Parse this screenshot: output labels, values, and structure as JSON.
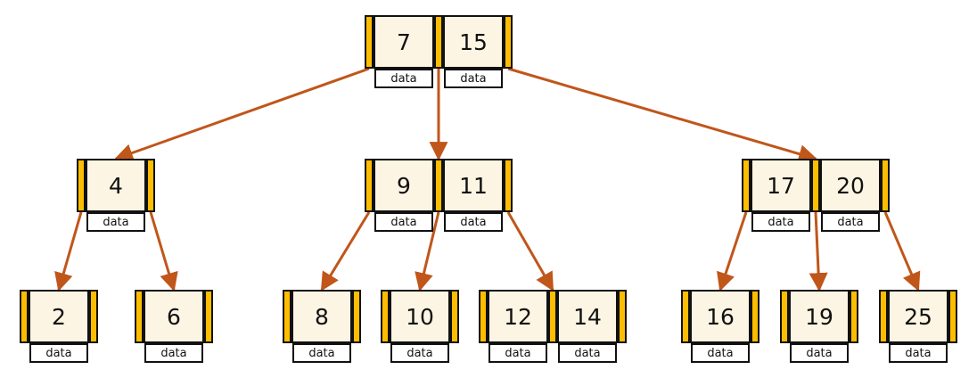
{
  "colors": {
    "pointer": "#fdbd00",
    "key_fill": "#fdf5e3",
    "border": "#111111",
    "edge": "#c0561a"
  },
  "nodes": [
    {
      "id": "root",
      "keys": [
        "7",
        "15"
      ],
      "data_label": "data"
    },
    {
      "id": "n4",
      "keys": [
        "4"
      ],
      "data_label": "data"
    },
    {
      "id": "n9_11",
      "keys": [
        "9",
        "11"
      ],
      "data_label": "data"
    },
    {
      "id": "n17_20",
      "keys": [
        "17",
        "20"
      ],
      "data_label": "data"
    },
    {
      "id": "n2",
      "keys": [
        "2"
      ],
      "data_label": "data"
    },
    {
      "id": "n6",
      "keys": [
        "6"
      ],
      "data_label": "data"
    },
    {
      "id": "n8",
      "keys": [
        "8"
      ],
      "data_label": "data"
    },
    {
      "id": "n10",
      "keys": [
        "10"
      ],
      "data_label": "data"
    },
    {
      "id": "n12_14",
      "keys": [
        "12",
        "14"
      ],
      "data_label": "data"
    },
    {
      "id": "n16",
      "keys": [
        "16"
      ],
      "data_label": "data"
    },
    {
      "id": "n19",
      "keys": [
        "19"
      ],
      "data_label": "data"
    },
    {
      "id": "n25",
      "keys": [
        "25"
      ],
      "data_label": "data"
    }
  ],
  "edges": [
    {
      "from": "root",
      "ptr": 0,
      "to": "n4"
    },
    {
      "from": "root",
      "ptr": 1,
      "to": "n9_11"
    },
    {
      "from": "root",
      "ptr": 2,
      "to": "n17_20"
    },
    {
      "from": "n4",
      "ptr": 0,
      "to": "n2"
    },
    {
      "from": "n4",
      "ptr": 1,
      "to": "n6"
    },
    {
      "from": "n9_11",
      "ptr": 0,
      "to": "n8"
    },
    {
      "from": "n9_11",
      "ptr": 1,
      "to": "n10"
    },
    {
      "from": "n9_11",
      "ptr": 2,
      "to": "n12_14"
    },
    {
      "from": "n17_20",
      "ptr": 0,
      "to": "n16"
    },
    {
      "from": "n17_20",
      "ptr": 1,
      "to": "n19"
    },
    {
      "from": "n17_20",
      "ptr": 2,
      "to": "n25"
    }
  ]
}
